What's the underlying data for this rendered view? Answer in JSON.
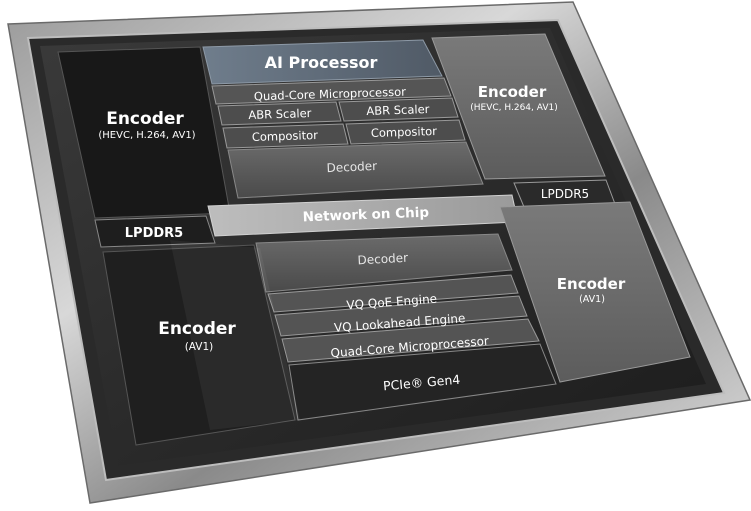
{
  "blocks": {
    "encoder_top_left": {
      "title": "Encoder",
      "sub": "(HEVC, H.264, AV1)"
    },
    "ai_processor": {
      "title": "AI Processor"
    },
    "quad_core_top": {
      "title": "Quad-Core Microprocessor"
    },
    "abr_scaler_1": {
      "title": "ABR Scaler"
    },
    "abr_scaler_2": {
      "title": "ABR Scaler"
    },
    "compositor_1": {
      "title": "Compositor"
    },
    "compositor_2": {
      "title": "Compositor"
    },
    "decoder_top": {
      "title": "Decoder"
    },
    "encoder_top_right": {
      "title": "Encoder",
      "sub": "(HEVC, H.264, AV1)"
    },
    "lpddr5_right": {
      "title": "LPDDR5"
    },
    "lpddr5_left": {
      "title": "LPDDR5"
    },
    "network_on_chip": {
      "title": "Network on Chip"
    },
    "decoder_bottom": {
      "title": "Decoder"
    },
    "vq_qoe": {
      "title": "VQ QoE Engine"
    },
    "vq_lookahead": {
      "title": "VQ Lookahead Engine"
    },
    "quad_core_bottom": {
      "title": "Quad-Core Microprocessor"
    },
    "pcie": {
      "title": "PCIe® Gen4"
    },
    "encoder_bottom_left": {
      "title": "Encoder",
      "sub": "(AV1)"
    },
    "encoder_bottom_right": {
      "title": "Encoder",
      "sub": "(AV1)"
    }
  }
}
